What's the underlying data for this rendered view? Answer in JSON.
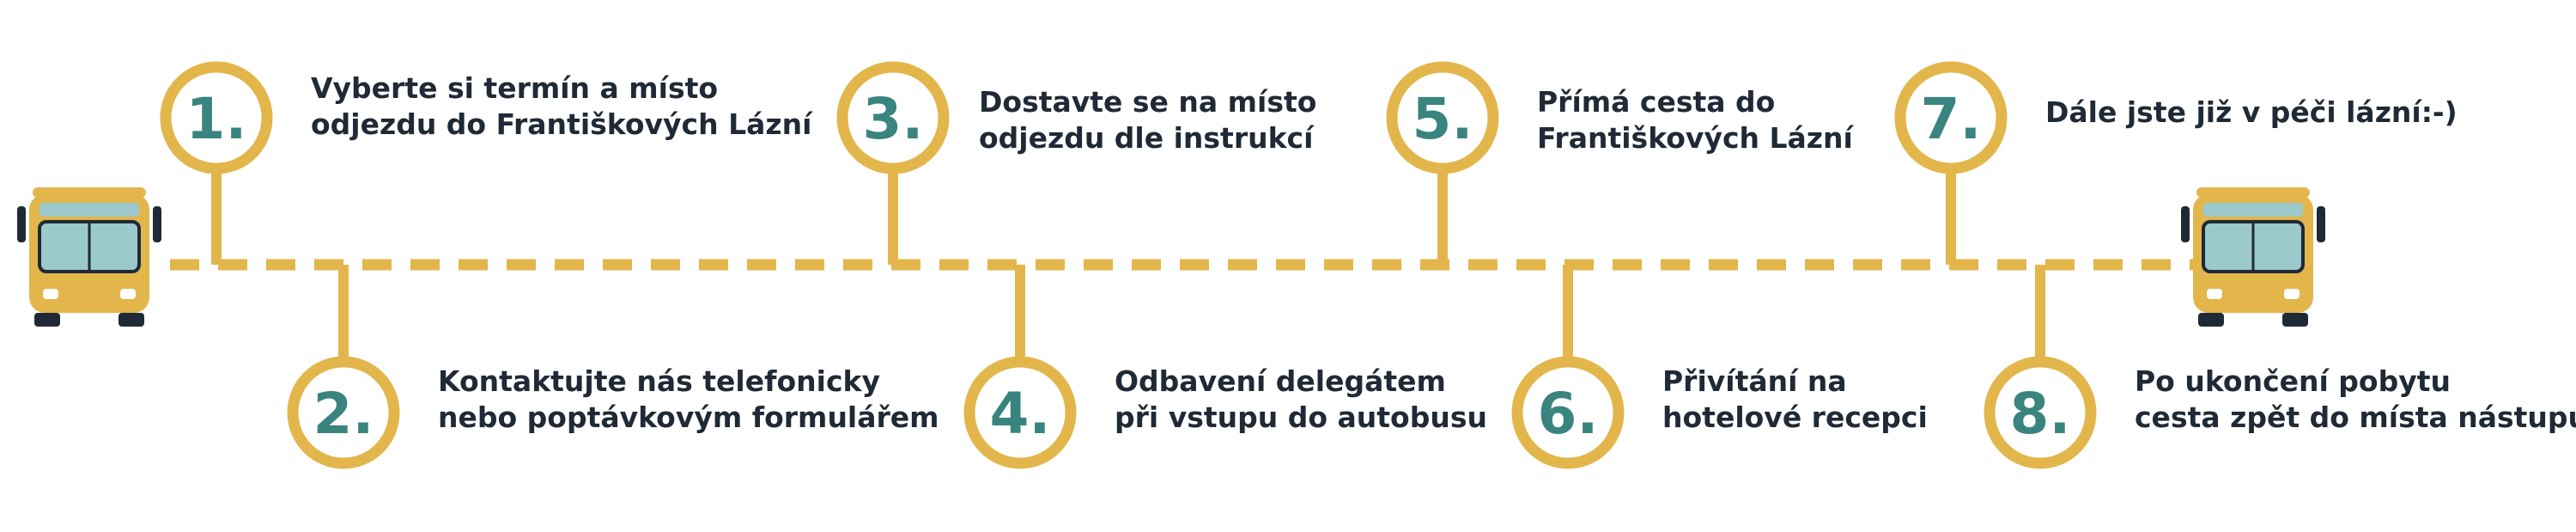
{
  "colors": {
    "accent": "#e3b64b",
    "number": "#3a8480",
    "text": "#1f2a36",
    "bus_body": "#e3b64b",
    "bus_window": "#9cc9cc",
    "bus_dark": "#1f2a36"
  },
  "icons": {
    "left_bus": "bus-front-icon",
    "right_bus": "bus-front-icon"
  },
  "steps": [
    {
      "number": "1.",
      "lines": [
        "Vyberte si termín a místo",
        "odjezdu do Františkových Lázní"
      ]
    },
    {
      "number": "2.",
      "lines": [
        "Kontaktujte nás telefonicky",
        "nebo poptávkovým formulářem"
      ]
    },
    {
      "number": "3.",
      "lines": [
        "Dostavte se na místo",
        "odjezdu dle instrukcí"
      ]
    },
    {
      "number": "4.",
      "lines": [
        "Odbavení delegátem",
        "při vstupu do autobusu"
      ]
    },
    {
      "number": "5.",
      "lines": [
        "Přímá cesta do",
        "Františkových Lázní"
      ]
    },
    {
      "number": "6.",
      "lines": [
        "Přivítání na",
        "hotelové recepci"
      ]
    },
    {
      "number": "7.",
      "lines": [
        "Dále jste již v péči lázní:-)"
      ]
    },
    {
      "number": "8.",
      "lines": [
        "Po ukončení pobytu",
        "cesta zpět do místa nástupu"
      ]
    }
  ]
}
